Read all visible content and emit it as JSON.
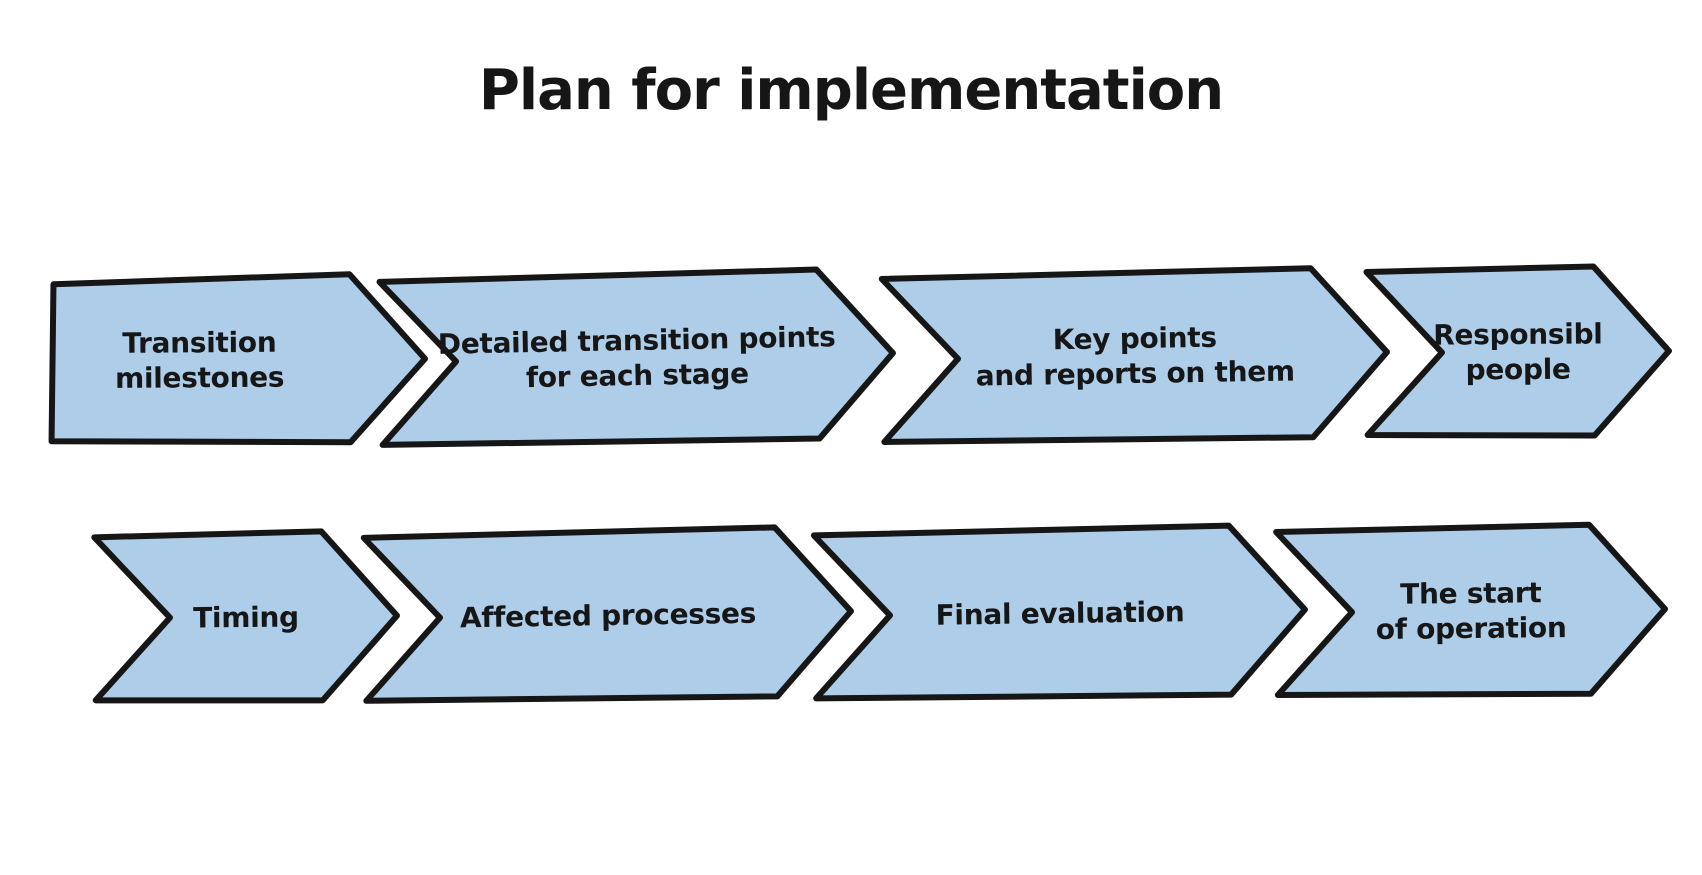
{
  "title": "Plan for implementation",
  "colors": {
    "background": "#ffffff",
    "arrow_fill": "#aecde9",
    "arrow_stroke": "#161616",
    "text": "#161616"
  },
  "rows": [
    {
      "name": "row-1",
      "items": [
        {
          "label": "Transition\nmilestones"
        },
        {
          "label": "Detailed transition points\nfor each stage"
        },
        {
          "label": "Key points\nand reports on them"
        },
        {
          "label": "Responsibl\npeople"
        }
      ]
    },
    {
      "name": "row-2",
      "items": [
        {
          "label": "Timing"
        },
        {
          "label": "Affected processes"
        },
        {
          "label": "Final evaluation"
        },
        {
          "label": "The start\nof operation"
        }
      ]
    }
  ]
}
